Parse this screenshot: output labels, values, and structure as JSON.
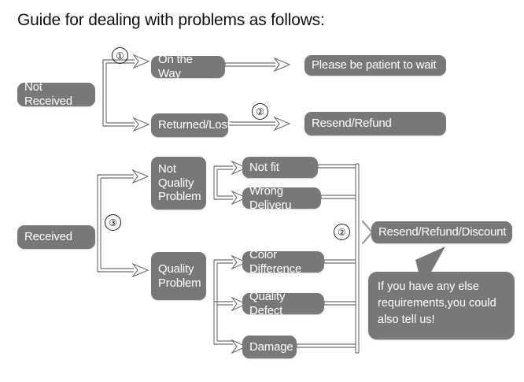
{
  "title": "Guide for dealing with problems as follows:",
  "theme": {
    "background": "#ffffff",
    "node_fill": "#787878",
    "node_text": "#ffffff",
    "connector_stroke": "#6f6f6f",
    "connector_fill": "#ffffff",
    "title_color": "#111111",
    "marker_color": "#1a1a1a"
  },
  "markers": {
    "one": "①",
    "two_top": "②",
    "two_bottom": "②",
    "three": "③"
  },
  "branches": [
    {
      "id": "not-received",
      "root": "Not Received",
      "children": [
        {
          "id": "on-the-way",
          "label": "On the Way",
          "outcome": "Please be patient to wait"
        },
        {
          "id": "returned-lost",
          "label": "Returned/Lost",
          "outcome": "Resend/Refund"
        }
      ]
    },
    {
      "id": "received",
      "root": "Received",
      "children": [
        {
          "id": "not-quality-problem",
          "label": "Not\nQuality\nProblem",
          "reasons": [
            "Not fit",
            "Wrong Deliveru"
          ]
        },
        {
          "id": "quality-problem",
          "label": "Quality\nProblem",
          "reasons": [
            "Color Difference",
            "Quality Defect",
            "Damage"
          ]
        }
      ],
      "outcome": "Resend/Refund/Discount"
    }
  ],
  "nodes": {
    "not_received": "Not Received",
    "on_the_way": "On the Way",
    "returned_lost": "Returned/Lost",
    "please_wait": "Please be patient to wait",
    "resend_refund": "Resend/Refund",
    "received": "Received",
    "not_quality_problem": "Not\nQuality\nProblem",
    "quality_problem": "Quality\nProblem",
    "not_fit": "Not fit",
    "wrong_delivery": "Wrong Deliveru",
    "color_difference": "Color Difference",
    "quality_defect": "Quality Defect",
    "damage": "Damage",
    "resend_refund_discount": "Resend/Refund/Discount"
  },
  "note": "If you have any else\nrequirements,you could\nalso tell us!"
}
